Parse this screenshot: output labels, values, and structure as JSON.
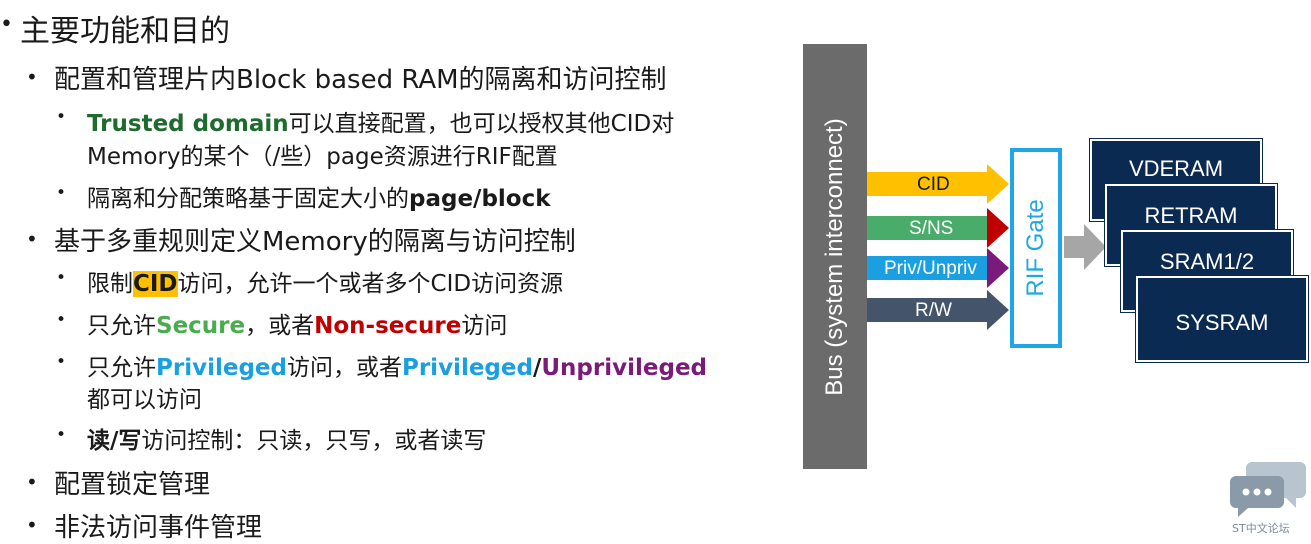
{
  "bullets": {
    "main_title": "主要功能和目的",
    "item1": "配置和管理片内Block based RAM的隔离和访问控制",
    "item1_sub1_hl": "Trusted domain",
    "item1_sub1_rest": "可以直接配置，也可以授权其他CID对",
    "item1_sub1_line2": "Memory的某个（/些）page资源进行RIF配置",
    "item1_sub2_pre": "隔离和分配策略基于固定大小的",
    "item1_sub2_bold": "page/block",
    "item2": "基于多重规则定义Memory的隔离与访问控制",
    "item2_sub1_pre": "限制",
    "item2_sub1_hl": "CID",
    "item2_sub1_post": "访问，允许一个或者多个CID访问资源",
    "item2_sub2_pre": "只允许",
    "item2_sub2_secure": "Secure",
    "item2_sub2_mid": "，或者",
    "item2_sub2_nonsecure": "Non-secure",
    "item2_sub2_post": "访问",
    "item2_sub3_pre": "只允许",
    "item2_sub3_priv": "Privileged",
    "item2_sub3_mid": "访问，或者",
    "item2_sub3_priv2": "Privileged",
    "item2_sub3_slash": "/",
    "item2_sub3_unpriv": "Unprivileged",
    "item2_sub3_line2": "都可以访问",
    "item2_sub4_bold": "读/写",
    "item2_sub4_rest": "访问控制：只读，只写，或者读写",
    "item3": "配置锁定管理",
    "item4": "非法访问事件管理"
  },
  "diagram": {
    "bus_label": "Bus (system interconnect)",
    "gate_label": "RIF Gate",
    "signals": [
      {
        "label": "CID",
        "color": "#ffc000",
        "text_color": "#1a1a1a"
      },
      {
        "label": "S/NS",
        "color": "#4aac6a",
        "text_color": "#ffffff",
        "arrow_color": "#c00000"
      },
      {
        "label": "Priv/Unpriv",
        "color": "#1aa0e0",
        "text_color": "#ffffff",
        "arrow_color": "#7a1a7a"
      },
      {
        "label": "R/W",
        "color": "#44546a",
        "text_color": "#ffffff"
      }
    ],
    "memories": [
      "VDERAM",
      "RETRAM",
      "SRAM1/2",
      "SYSRAM"
    ]
  },
  "watermark": {
    "label": "ST中文论坛"
  }
}
